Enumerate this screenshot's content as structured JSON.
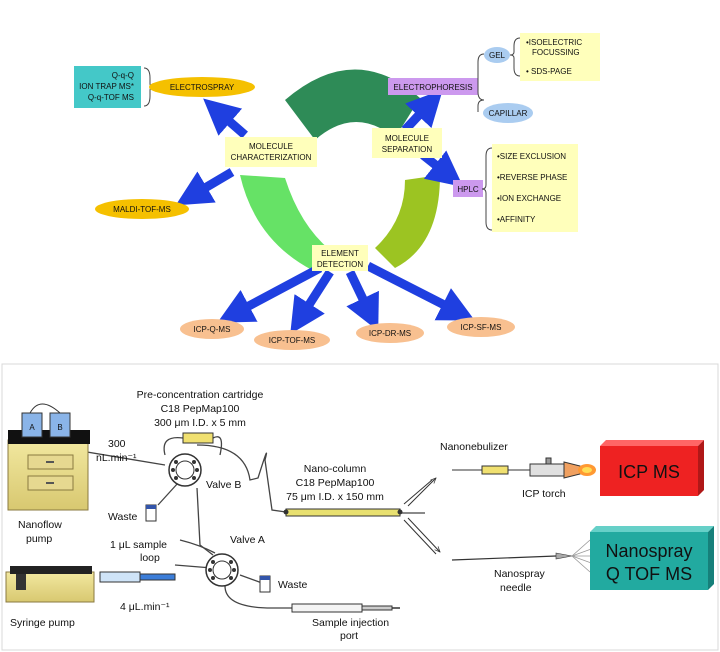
{
  "top": {
    "molecule_characterization": [
      "MOLECULE",
      "CHARACTERIZATION"
    ],
    "molecule_separation": [
      "MOLECULE",
      "SEPARATION"
    ],
    "element_detection": [
      "ELEMENT",
      "DETECTION"
    ],
    "electrospray": "ELECTROSPRAY",
    "maldi": "MALDI-TOF-MS",
    "ms_types": [
      "Q-q-Q",
      "ION TRAP MS*",
      "Q-q-TOF MS"
    ],
    "electrophoresis": "ELECTROPHORESIS",
    "gel": "GEL",
    "capillar": "CAPILLAR",
    "gel_methods": [
      "•ISOELECTRIC",
      "FOCUSSING",
      "• SDS-PAGE"
    ],
    "hplc": "HPLC",
    "hplc_methods": [
      "•SIZE EXCLUSION",
      "•REVERSE PHASE",
      "•ION EXCHANGE",
      "•AFFINITY"
    ],
    "icp": [
      "ICP-Q-MS",
      "ICP-TOF-MS",
      "ICP-DR-MS",
      "ICP-SF-MS"
    ]
  },
  "bottom": {
    "precon": [
      "Pre-concentration cartridge",
      "C18 PepMap100",
      "300 μm I.D. x 5 mm"
    ],
    "flow_300": [
      "300",
      "nL.min⁻¹"
    ],
    "nanoflow_pump": [
      "Nanoflow",
      "pump"
    ],
    "valve_b": "Valve B",
    "valve_a": "Valve A",
    "waste": "Waste",
    "sample_loop": [
      "1 μL sample",
      "loop"
    ],
    "flow_4": "4 μL.min⁻¹",
    "syringe_pump": "Syringe pump",
    "injection_port": [
      "Sample injection",
      "port"
    ],
    "nanocolumn": [
      "Nano-column",
      "C18 PepMap100",
      "75 μm I.D. x 150 mm"
    ],
    "nanonebulizer": "Nanonebulizer",
    "icp_torch": "ICP torch",
    "nanospray_needle": [
      "Nanospray",
      "needle"
    ],
    "icp_ms": "ICP MS",
    "qtof": [
      "Nanospray",
      "Q TOF MS"
    ],
    "bottle_a": "A",
    "bottle_b": "B"
  },
  "colors": {
    "yellow_box": "#ffffbb",
    "orange_ellipse": "#f5c000",
    "salmon_ellipse": "#f8c090",
    "purple_box": "#cc99ee",
    "blue_ellipse": "#aaccf0",
    "teal_box": "#44c8c8",
    "ring_dark_green": "#2e8b57",
    "ring_light_green": "#66e266",
    "ring_yellow_green": "#9cc422",
    "arrow_blue": "#1f3fe0",
    "red_block": "#ee2222",
    "teal_block": "#22aaa0"
  }
}
